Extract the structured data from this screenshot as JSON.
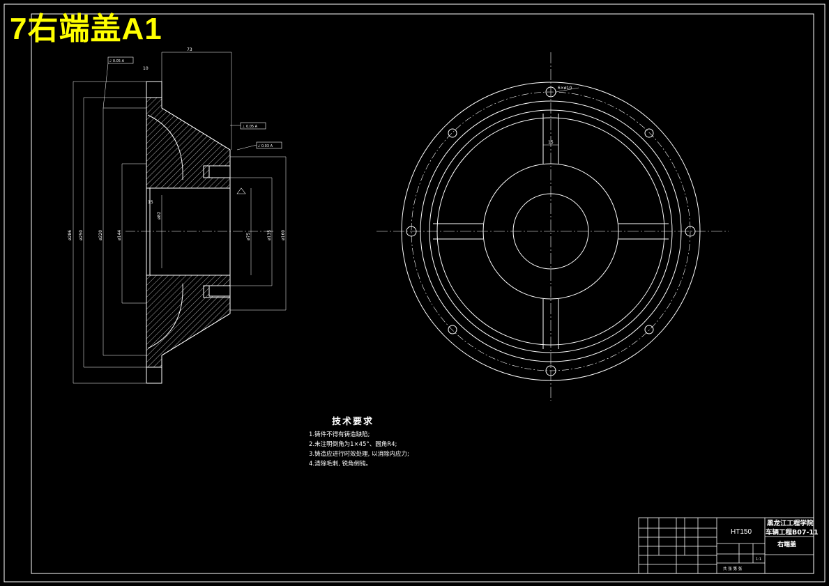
{
  "banner": {
    "title": "7右端盖A1"
  },
  "tech_requirements": {
    "heading": "技术要求",
    "items": [
      "1.铸件不得有铸造缺陷;",
      "2.未注明倒角为1×45°、圆角R4;",
      "3.铸造应进行时效处理, 以消除内应力;",
      "4.清除毛刺, 锐角倒钝。"
    ]
  },
  "title_block": {
    "material": "HT150",
    "school": "黑龙江工程学院",
    "drawing_no": "车辆工程B07-11",
    "part_name": "右端盖",
    "scale": "1:1",
    "sheets": "共 张 第 张"
  },
  "section_view": {
    "dims": [
      "ø286",
      "ø250",
      "ø220",
      "ø144",
      "ø160",
      "ø135",
      "ø75",
      "ø82",
      "73",
      "10",
      "15"
    ],
    "tolerance_frames": [
      "⌰ 0.05 A",
      "⊥ 0.05 A",
      "⌰ 0.03 A"
    ]
  },
  "end_view": {
    "labels": [
      "6×ø10",
      "15"
    ]
  },
  "colors": {
    "line": "#ffffff",
    "banner": "#ffff00",
    "background": "#000000"
  }
}
